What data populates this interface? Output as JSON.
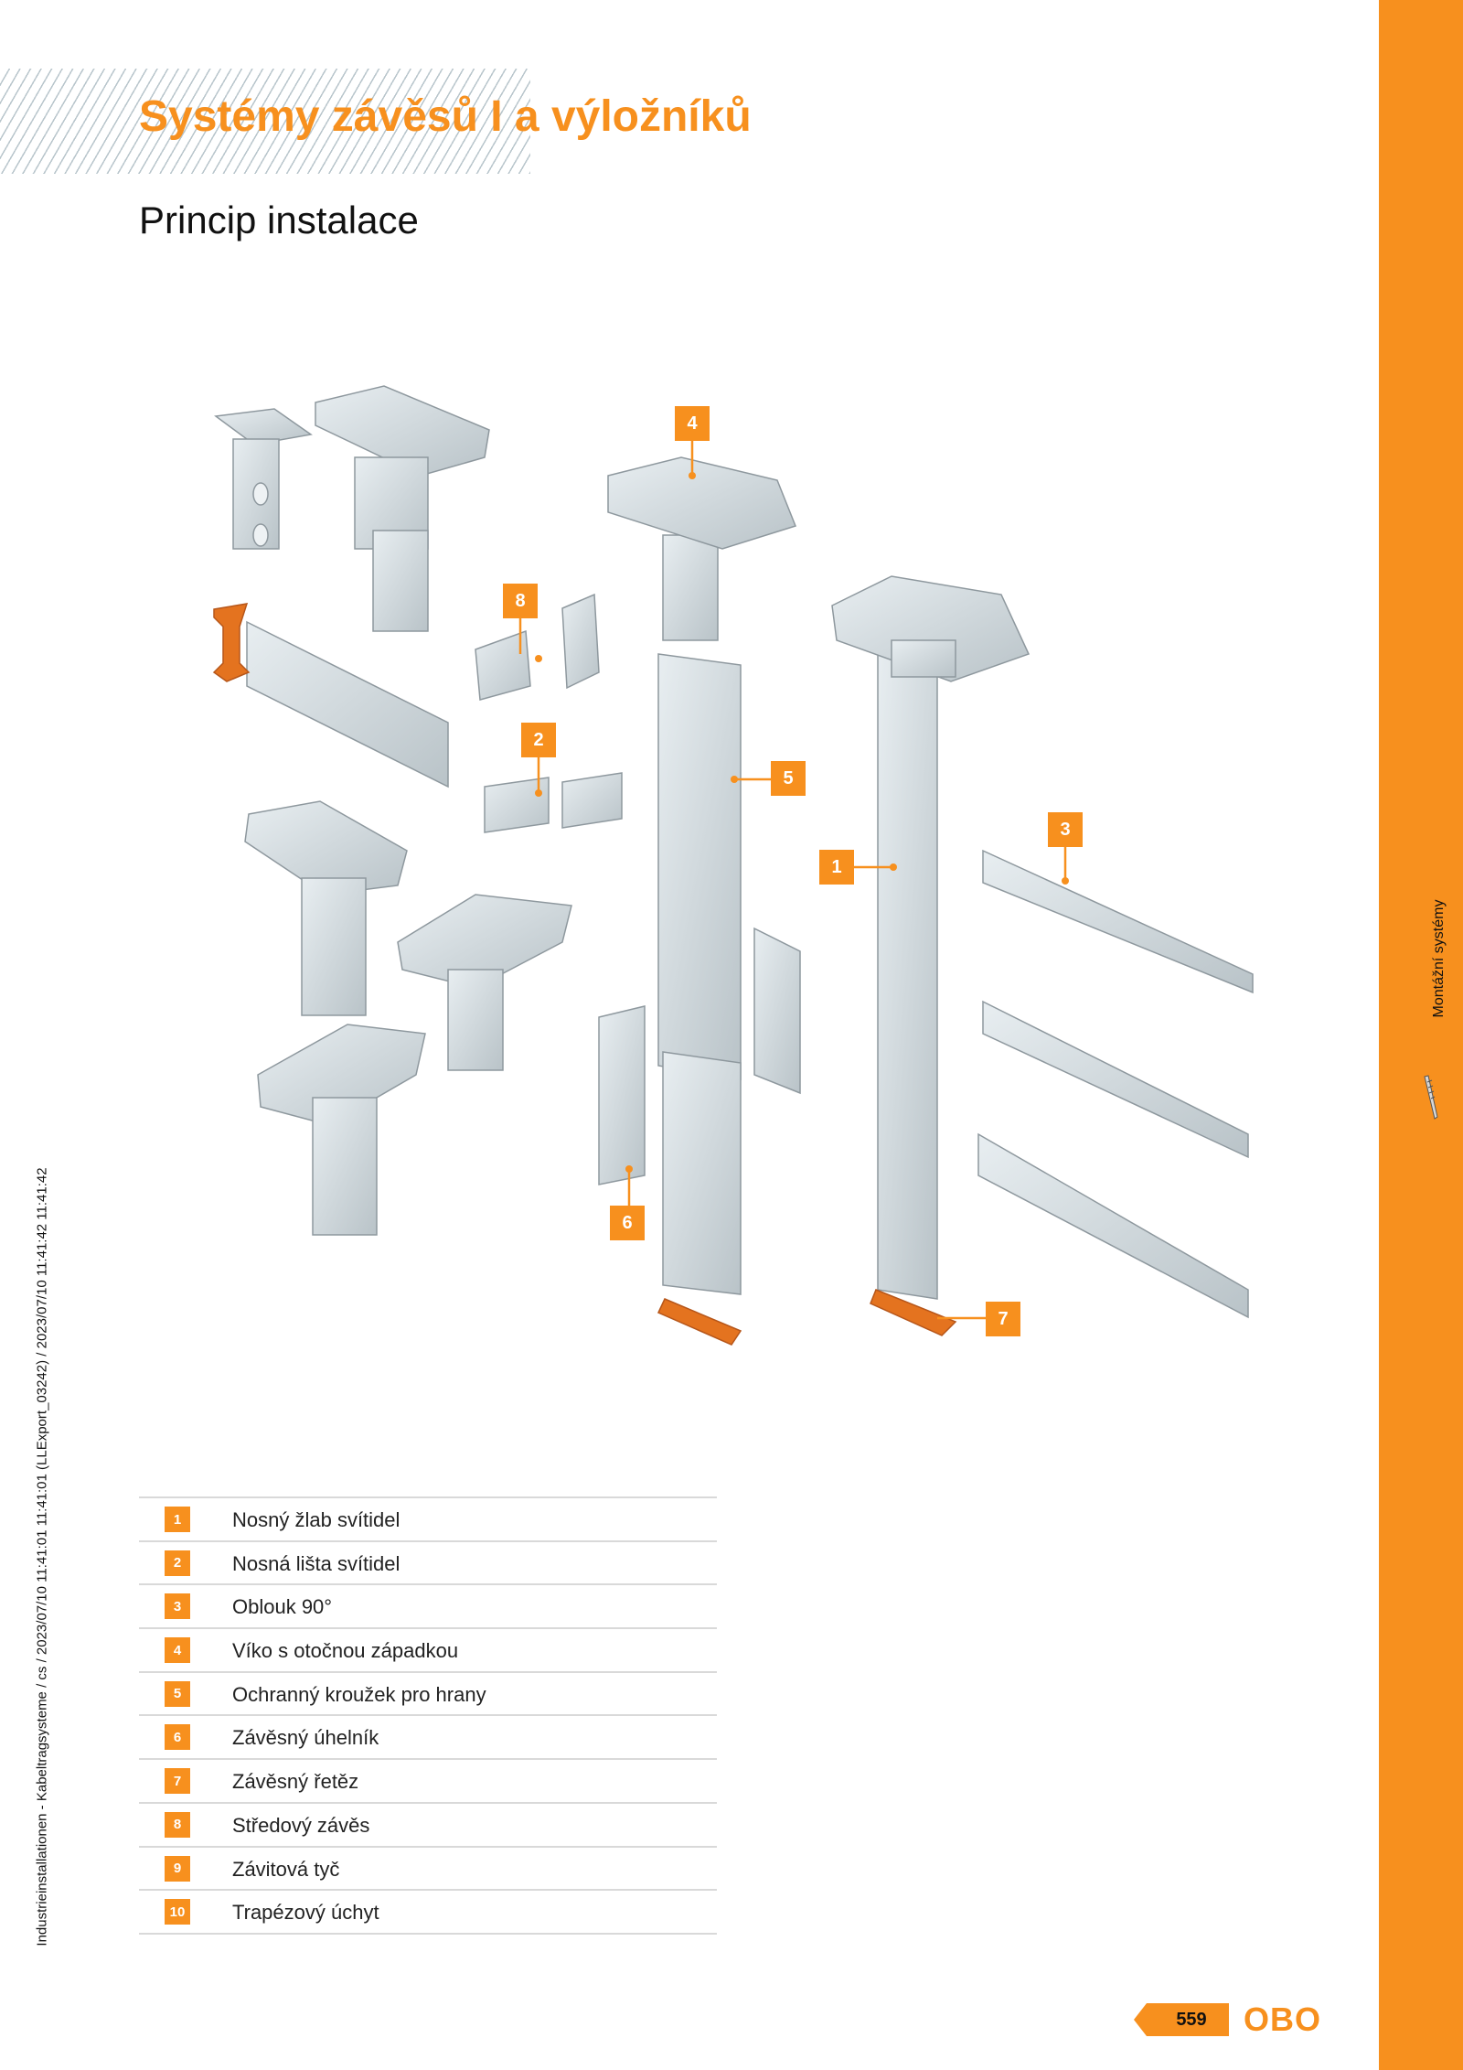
{
  "header": {
    "title": "Systémy závěsů I a výložníků",
    "subtitle": "Princip instalace"
  },
  "sidebar": {
    "label": "Montážní systémy",
    "icon": "screw-icon"
  },
  "meta": {
    "vertical_text": "Industrieinstallationen - Kabeltragsysteme / cs / 2023/07/10 11:41:01 11:41:01 (LLExport_03242) / 2023/07/10 11:41:42 11:41:42"
  },
  "callouts": [
    "1",
    "2",
    "3",
    "4",
    "5",
    "6",
    "7",
    "8"
  ],
  "legend": [
    {
      "num": "1",
      "text": "Nosný žlab svítidel"
    },
    {
      "num": "2",
      "text": "Nosná lišta svítidel"
    },
    {
      "num": "3",
      "text": "Oblouk 90°"
    },
    {
      "num": "4",
      "text": "Víko s otočnou západkou"
    },
    {
      "num": "5",
      "text": "Ochranný kroužek pro hrany"
    },
    {
      "num": "6",
      "text": "Závěsný úhelník"
    },
    {
      "num": "7",
      "text": "Závěsný řetěz"
    },
    {
      "num": "8",
      "text": "Středový závěs"
    },
    {
      "num": "9",
      "text": "Závitová tyč"
    },
    {
      "num": "10",
      "text": "Trapézový úchyt"
    }
  ],
  "footer": {
    "page_number": "559",
    "logo": "OBO"
  },
  "colors": {
    "accent": "#f7901e",
    "steel": "#d6dde1",
    "steel_dark": "#aab4ba",
    "beam": "#e4731f"
  }
}
